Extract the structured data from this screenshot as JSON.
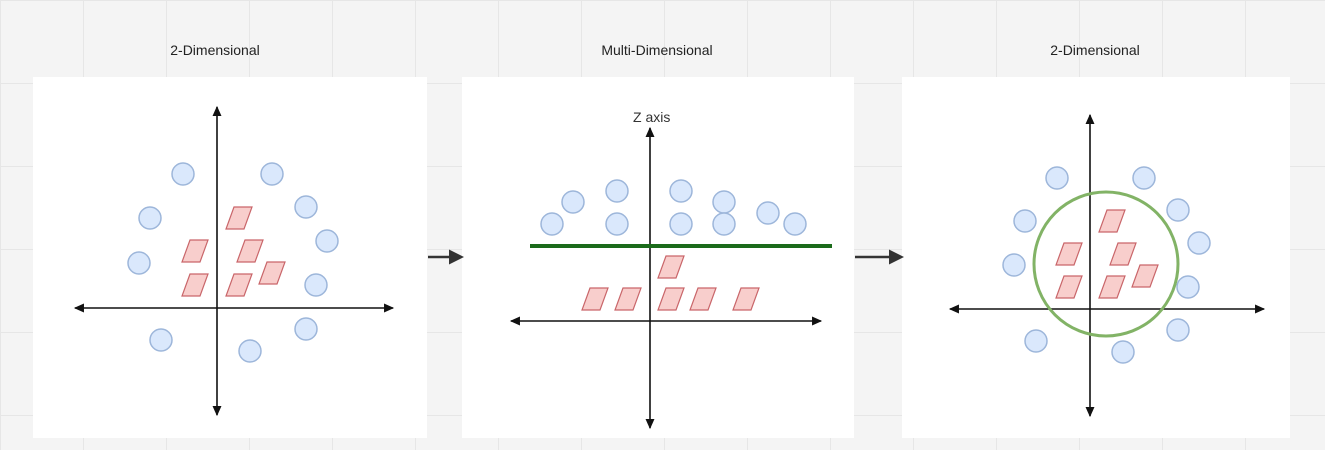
{
  "panels": [
    {
      "title": "2-Dimensional"
    },
    {
      "title": "Multi-Dimensional",
      "axis_label": "Z axis"
    },
    {
      "title": "2-Dimensional"
    }
  ],
  "colors": {
    "circle_fill": "#dae8fc",
    "circle_stroke": "#9db6da",
    "square_fill": "#f8cecc",
    "square_stroke": "#c9666a",
    "separator_line": "#1b6b1b",
    "boundary_circle": "#82b366",
    "arrow": "#333333"
  },
  "icons": {
    "flow_arrow": "right-arrow-icon",
    "class_a_marker": "circle",
    "class_b_marker": "parallelogram"
  }
}
